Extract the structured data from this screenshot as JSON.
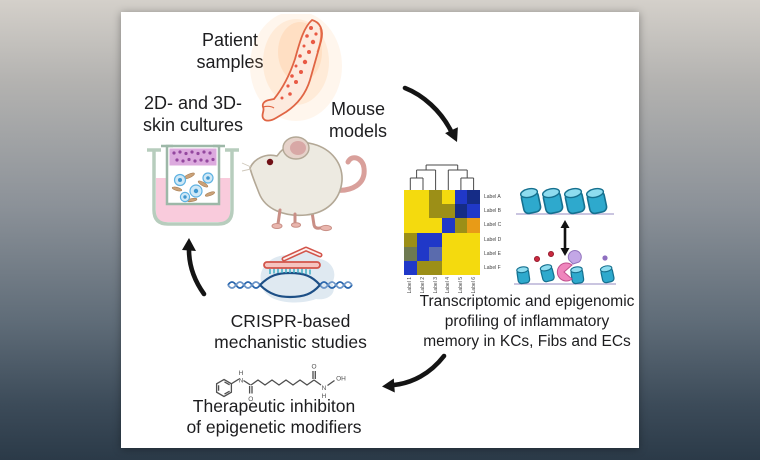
{
  "figure": {
    "kind": "graphical-abstract",
    "flow_arrows": [
      {
        "from": "mouse-models-area",
        "to": "profiling-heatmap"
      },
      {
        "from": "profiling-heatmap",
        "to": "therapeutic-inhibition"
      },
      {
        "from": "crispr-studies",
        "to": "skin-cultures"
      }
    ]
  },
  "labels": {
    "patient": "Patient\nsamples",
    "cultures": "2D- and 3D-\nskin cultures",
    "mouse": "Mouse\nmodels",
    "profiling": "Transcriptomic and epigenomic\nprofiling of inflammatory\nmemory in KCs, Fibs and ECs",
    "crispr": "CRISPR-based\nmechanistic studies",
    "therapeutic": "Therapeutic inhibiton\nof epigenetic modifiers"
  },
  "icons": {
    "patient_arm": "inflamed-arm-illustration",
    "skin_culture": "transwell-skin-culture-illustration",
    "mouse": "laboratory-mouse-illustration",
    "heatmap": "clustered-heatmap",
    "chromatin": "closed-vs-open-chromatin-illustration",
    "crispr": "cas9-dna-complex-illustration",
    "molecule": "hdac-inhibitor-chemical-structure",
    "arrows": "curved-black-flow-arrows"
  },
  "chart_data": {
    "type": "heatmap",
    "title": "",
    "row_labels": [
      "Label A",
      "Label B",
      "Label C",
      "Label D",
      "Label E",
      "Label F"
    ],
    "col_labels": [
      "Label 1",
      "Label 2",
      "Label 3",
      "Label 4",
      "Label 5",
      "Label 6"
    ],
    "palette": {
      "y": "#F4DA0E",
      "o": "#9C8F17",
      "b": "#2038C8",
      "n": "#152C86",
      "g": "#6E7A52",
      "s": "#5A6BAD",
      "r": "#E89B17"
    },
    "cells": [
      [
        "y",
        "y",
        "o",
        "y",
        "b",
        "n"
      ],
      [
        "y",
        "y",
        "o",
        "o",
        "n",
        "b"
      ],
      [
        "y",
        "y",
        "y",
        "b",
        "o",
        "r"
      ],
      [
        "o",
        "b",
        "b",
        "y",
        "y",
        "y"
      ],
      [
        "g",
        "b",
        "s",
        "y",
        "y",
        "y"
      ],
      [
        "b",
        "o",
        "o",
        "y",
        "y",
        "y"
      ]
    ],
    "column_dendrogram": "two clusters: (1,2)+3 and 4+(5,6)",
    "legend": false
  },
  "colors": {
    "background_top": "#d4d0ca",
    "background_bottom": "#2b3a48",
    "card": "#ffffff",
    "text": "#1d1d1f",
    "arrow": "#141414",
    "nucleosome_teal": "#2ea9cd",
    "guide_rna_red": "#d2544a",
    "medium_pink": "#f9cbdc",
    "epidermis_purple": "#dcaade",
    "glow_orange": "#ff9a4a"
  }
}
